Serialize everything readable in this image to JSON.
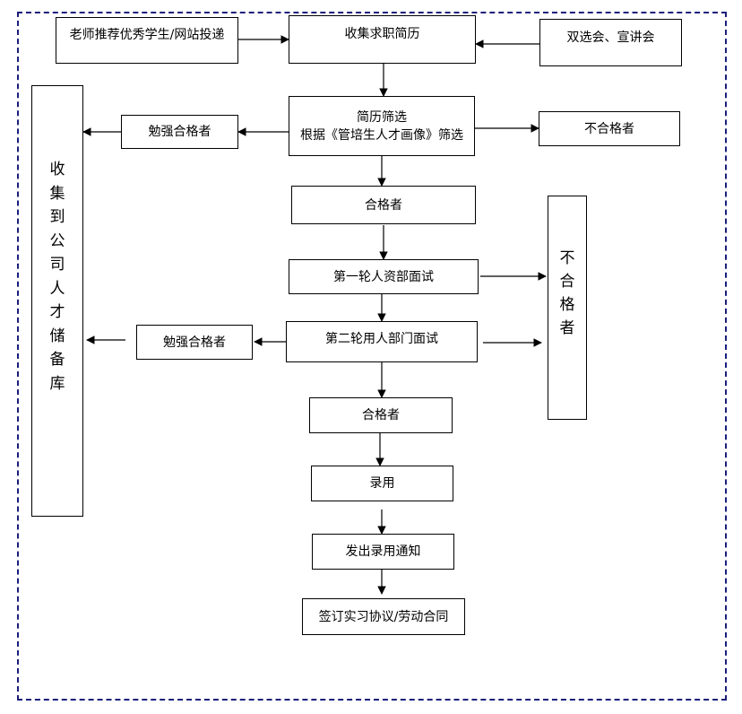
{
  "nodes": {
    "teacher_recommend": "老师推荐优秀学生/网站投递",
    "collect_resume": "收集求职简历",
    "job_fair": "双选会、宣讲会",
    "screening_line1": "简历筛选",
    "screening_line2": "根据《管培生人才画像》筛选",
    "barely_qualified_top": "勉强合格者",
    "unqualified_top": "不合格者",
    "qualified_1": "合格者",
    "hr_interview": "第一轮人资部面试",
    "dept_interview": "第二轮用人部门面试",
    "barely_qualified_bottom": "勉强合格者",
    "qualified_2": "合格者",
    "hire": "录用",
    "send_notice": "发出录用通知",
    "sign_agreement": "签订实习协议/劳动合同",
    "talent_pool": [
      "收",
      "集",
      "到",
      "公",
      "司",
      "人",
      "才",
      "储",
      "备",
      "库"
    ],
    "unqualified_right": [
      "不",
      "合",
      "格",
      "者"
    ]
  }
}
